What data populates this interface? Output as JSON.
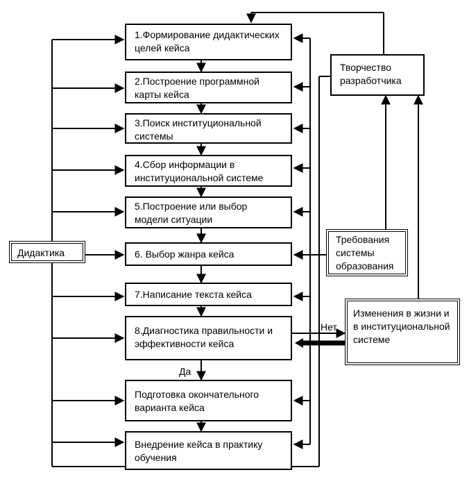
{
  "steps": [
    "1.Формирование дидактических   целей кейса",
    "2.Построение программной карты кейса",
    "3.Поиск институциональной системы",
    "4.Сбор информации в институциональной системе",
    "5.Построение или выбор модели ситуации",
    "6. Выбор жанра кейса",
    "7.Написание текста кейса",
    "8.Диагностика правильности и эффективности кейса",
    "Подготовка окончательного варианта кейса",
    "Внедрение кейса в практику обучения"
  ],
  "didactics": "Дидактика",
  "creativity": "Творчество разработчика",
  "requirements": "Требования системы образования",
  "changes": "Изменения в жизни и в институциональной системе",
  "yes_label": "Да",
  "no_label": "Нет"
}
